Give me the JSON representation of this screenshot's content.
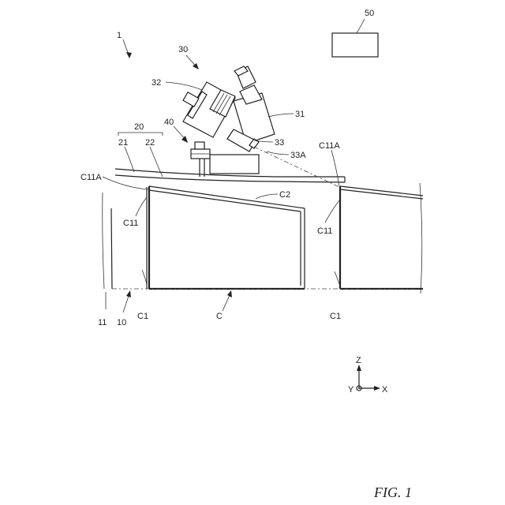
{
  "labels": {
    "l1": "1",
    "l50": "50",
    "l30": "30",
    "l32": "32",
    "l31": "31",
    "l40": "40",
    "l33": "33",
    "l33a": "33A",
    "l20": "20",
    "l21": "21",
    "l22": "22",
    "l_c11a_right": "C11A",
    "l_c11a_left": "C11A",
    "l_c2": "C2",
    "l_c11_left": "C11",
    "l_c11_right": "C11",
    "l11": "11",
    "l10": "10",
    "l_c1_left": "C1",
    "l_c": "C",
    "l_c1_right": "C1"
  },
  "axes": {
    "z": "Z",
    "y": "Y",
    "x": "X"
  },
  "caption": "FIG. 1"
}
